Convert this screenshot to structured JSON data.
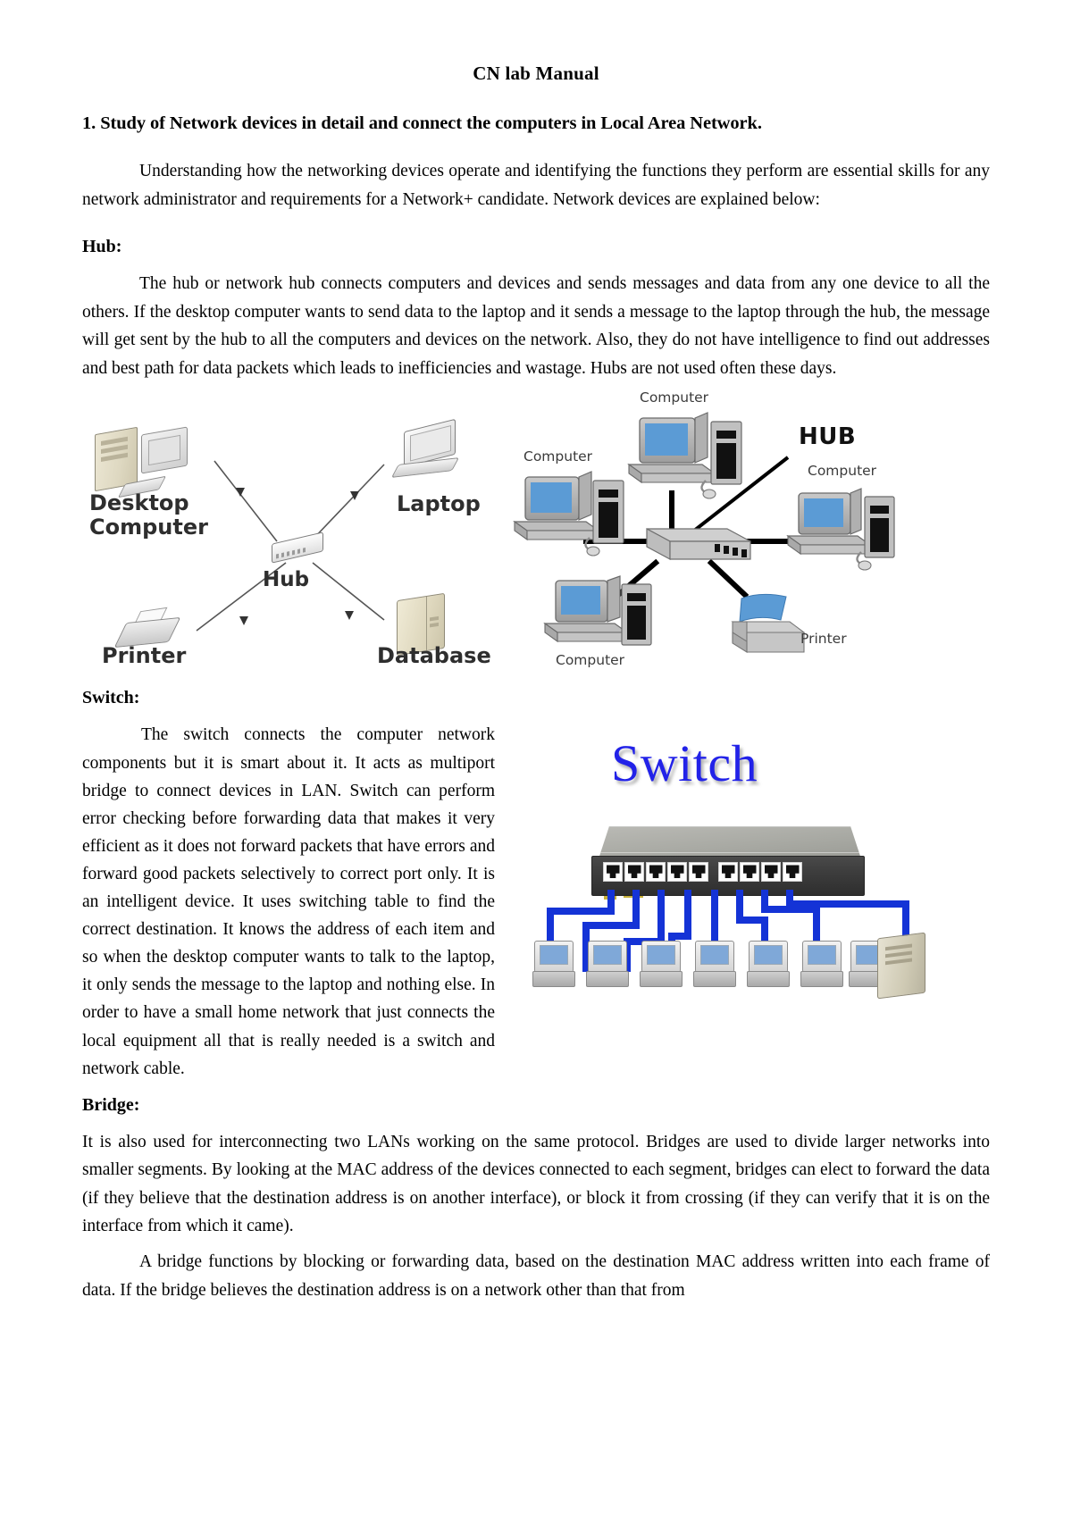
{
  "document": {
    "title": "CN lab Manual",
    "heading": "1. Study of Network devices in detail and connect the computers in Local Area Network.",
    "intro": "Understanding how the networking devices operate and identifying the functions they perform are essential skills for any network administrator and requirements for a Network+ candidate. Network devices are explained below:",
    "sections": {
      "hub": {
        "heading": "Hub:",
        "paragraph": "The hub or network hub connects computers and devices and sends messages and data from any one device to all the others. If the desktop computer wants to send data to the laptop and it sends a message to the laptop through the hub, the message will get sent by the hub to all the computers and devices on the network. Also, they do not have intelligence to find out addresses and best path for data packets which leads to inefficiencies and wastage. Hubs are not used often these days."
      },
      "switch": {
        "heading": "Switch:",
        "paragraph": "The switch connects the computer network components but it is smart about it. It acts as multiport bridge to connect devices in LAN. Switch can perform error checking before forwarding data that makes it very efficient as it does not forward packets that have errors and forward good packets selectively to correct port only. It is an intelligent device. It uses switching table to find the correct destination. It knows the address of each item and so when the desktop computer wants to talk to the laptop, it only sends the message to the laptop and nothing else. In order to have a small home network that just connects the local equipment all that is really needed is a switch and network cable."
      },
      "bridge": {
        "heading": "Bridge:",
        "paragraph1": "It is also used for interconnecting two LANs working on the same protocol. Bridges are used to divide larger networks into smaller segments. By looking at the MAC address of the devices connected to each segment, bridges can elect to forward the data (if they believe that the destination address is on another interface), or block it from crossing (if they can verify that it is on the interface from which it came).",
        "paragraph2": "A bridge functions by blocking or forwarding data, based on the destination MAC address written into each frame of data. If the bridge believes the destination address is on a network other than that from"
      }
    }
  },
  "figures": {
    "hub_diagram_left": {
      "name": "hub-star-topology-diagram",
      "labels": {
        "desktop_line1": "Desktop",
        "desktop_line2": "Computer",
        "laptop": "Laptop",
        "hub": "Hub",
        "printer": "Printer",
        "database": "Database"
      }
    },
    "hub_diagram_right": {
      "name": "hub-network-diagram",
      "labels": {
        "computer_top": "Computer",
        "computer_left": "Computer",
        "computer_right": "Computer",
        "computer_bottom": "Computer",
        "hub": "HUB",
        "printer": "Printer"
      }
    },
    "switch_image": {
      "name": "switch-photo",
      "title": "Switch",
      "title_color": "#2222e8",
      "port_count": 9,
      "client_count": 7
    }
  }
}
